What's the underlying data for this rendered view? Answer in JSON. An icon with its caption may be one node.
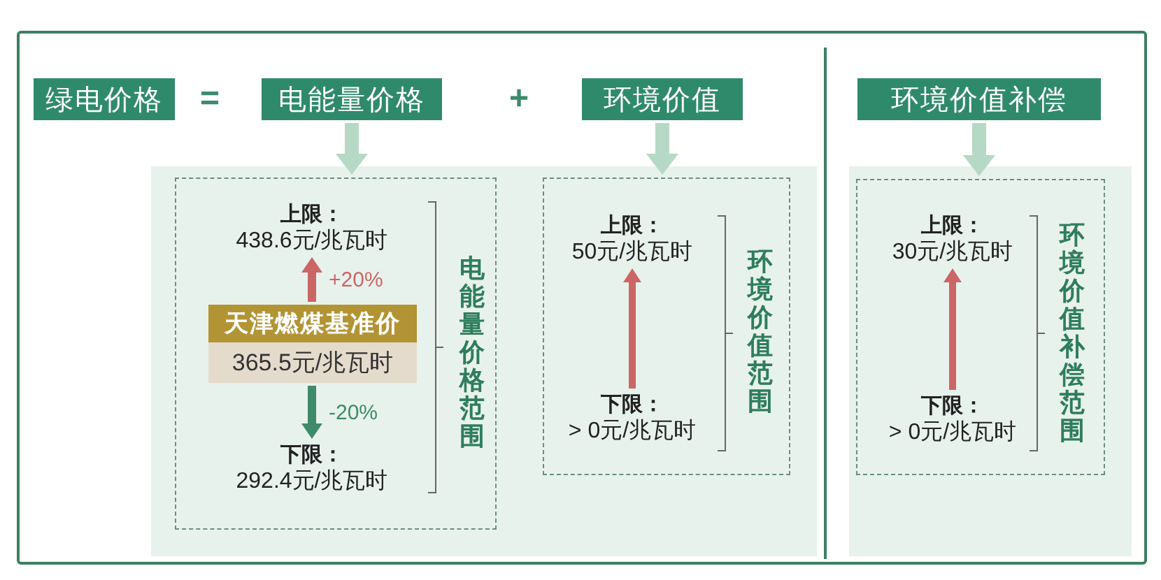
{
  "diagram": {
    "nodes": [
      {
        "text": [
          "绿电价格"
        ]
      },
      {
        "text": [
          "电能量价格"
        ]
      },
      {
        "text": [
          "环境价值"
        ]
      },
      {
        "text": [
          "环境价值补偿"
        ]
      },
      {
        "text": [
          "电能量价格范围"
        ]
      },
      {
        "text": [
          "上限：",
          "438.6元/兆瓦时"
        ],
        "in": 4
      },
      {
        "text": [
          "天津燃煤基准价"
        ],
        "in": 4
      },
      {
        "text": [
          "365.5元/兆瓦时"
        ],
        "in": 4
      },
      {
        "text": [
          "下限：",
          "292.4元/兆瓦时"
        ],
        "in": 4
      },
      {
        "text": [
          "环境价值范围"
        ]
      },
      {
        "text": [
          "上限：",
          "50元/兆瓦时"
        ],
        "in": 9
      },
      {
        "text": [
          "下限：",
          "> 0元/兆瓦时"
        ],
        "in": 9
      },
      {
        "text": [
          "环境价值补偿范围"
        ]
      },
      {
        "text": [
          "上限：",
          "30元/兆瓦时"
        ],
        "in": 12
      },
      {
        "text": [
          "下限：",
          "> 0元/兆瓦时"
        ],
        "in": 12
      }
    ],
    "edges": [
      {
        "from": 1,
        "to": 4,
        "arrow": "to",
        "color": "#b6d9c5"
      },
      {
        "from": 2,
        "to": 9,
        "arrow": "to",
        "color": "#b6d9c5"
      },
      {
        "from": 3,
        "to": 12,
        "arrow": "to",
        "color": "#b6d9c5"
      },
      {
        "from": 6,
        "to": 5,
        "arrow": "to",
        "label": "+20%",
        "color": "#cc6666"
      },
      {
        "from": 7,
        "to": 8,
        "arrow": "to",
        "label": "-20%",
        "color": "#3e8a6a"
      },
      {
        "from": 11,
        "to": 10,
        "arrow": "to",
        "color": "#cc6666"
      },
      {
        "from": 14,
        "to": 13,
        "arrow": "to",
        "color": "#cc6666"
      }
    ],
    "labels": [
      "=",
      "+"
    ]
  }
}
